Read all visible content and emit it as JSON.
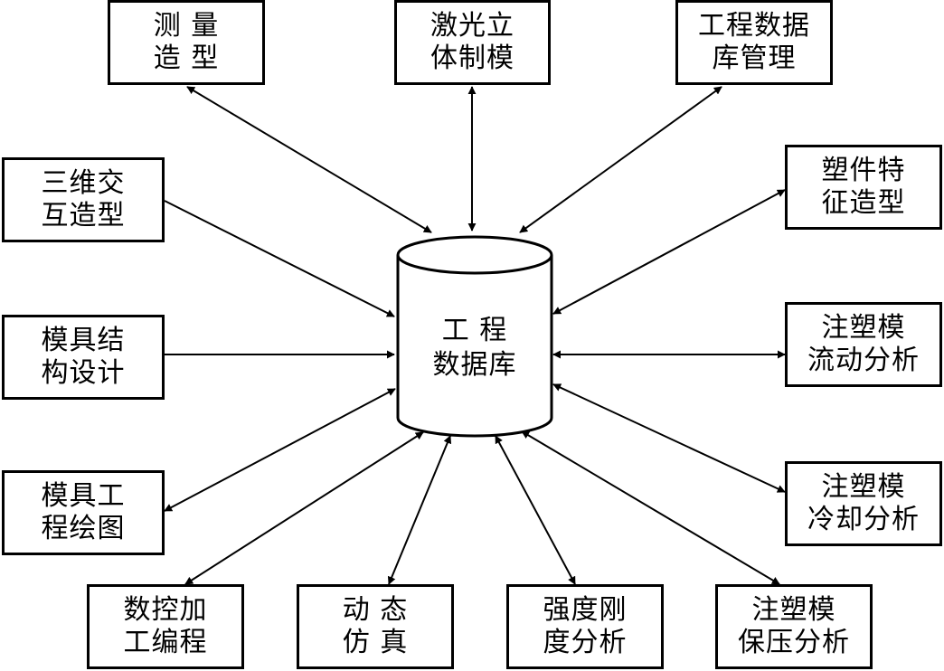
{
  "center": {
    "line1": "工  程",
    "line2": "数据库"
  },
  "modules": [
    {
      "id": "measure",
      "line1": "测  量",
      "line2": "造  型"
    },
    {
      "id": "laser",
      "line1": "激光立",
      "line2": "体制模"
    },
    {
      "id": "engdb",
      "line1": "工程数据",
      "line2": "库管理"
    },
    {
      "id": "feature",
      "line1": "塑件特",
      "line2": "征造型"
    },
    {
      "id": "interactive",
      "line1": "三维交",
      "line2": "互造型"
    },
    {
      "id": "structure",
      "line1": "模具结",
      "line2": "构设计"
    },
    {
      "id": "flow",
      "line1": "注塑模",
      "line2": "流动分析"
    },
    {
      "id": "drawing",
      "line1": "模具工",
      "line2": "程绘图"
    },
    {
      "id": "cooling",
      "line1": "注塑模",
      "line2": "冷却分析"
    },
    {
      "id": "nc",
      "line1": "数控加",
      "line2": "工编程"
    },
    {
      "id": "simulation",
      "line1": "动  态",
      "line2": "仿  真"
    },
    {
      "id": "strength",
      "line1": "强度刚",
      "line2": "度分析"
    },
    {
      "id": "pressure",
      "line1": "注塑模",
      "line2": "保压分析"
    }
  ],
  "colors": {
    "stroke": "#000000",
    "background": "#ffffff"
  }
}
